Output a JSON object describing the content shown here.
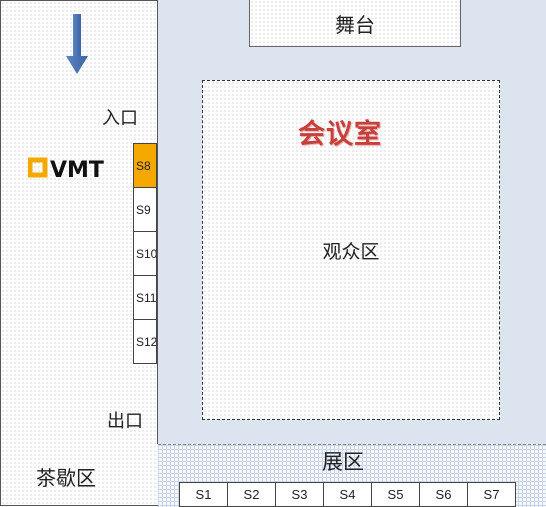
{
  "hall": {
    "title": "会议室",
    "stage_label": "舞台",
    "audience_label": "观众区"
  },
  "corridor": {
    "entrance_label": "入口",
    "exit_label": "出口",
    "tea_label": "茶歇区"
  },
  "expo": {
    "label": "展区"
  },
  "logo": {
    "text": "VMT",
    "color": "#f5a800"
  },
  "arrow": {
    "icon": "arrow-down-icon",
    "color": "#4a72b0"
  },
  "booths_side": [
    {
      "label": "S8",
      "highlighted": true
    },
    {
      "label": "S9",
      "highlighted": false
    },
    {
      "label": "S10",
      "highlighted": false
    },
    {
      "label": "S11",
      "highlighted": false
    },
    {
      "label": "S12",
      "highlighted": false
    }
  ],
  "booths_bottom": [
    "S1",
    "S2",
    "S3",
    "S4",
    "S5",
    "S6",
    "S7"
  ],
  "colors": {
    "title_red": "#c8403c",
    "hall_bg": "#dce4ef",
    "highlight": "#f5a800"
  }
}
